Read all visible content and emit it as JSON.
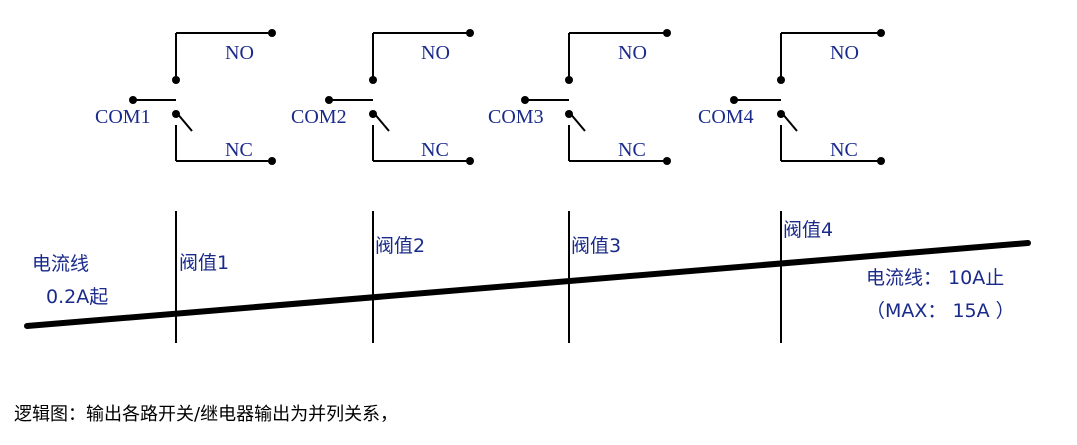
{
  "relays": [
    {
      "com": "COM1",
      "no": "NO",
      "nc": "NC",
      "threshold": "阀值1"
    },
    {
      "com": "COM2",
      "no": "NO",
      "nc": "NC",
      "threshold": "阀值2"
    },
    {
      "com": "COM3",
      "no": "NO",
      "nc": "NC",
      "threshold": "阀值3"
    },
    {
      "com": "COM4",
      "no": "NO",
      "nc": "NC",
      "threshold": "阀值4"
    }
  ],
  "left_label": {
    "line1": "电流线",
    "line2": "0.2A起"
  },
  "right_label": {
    "line1": "电流线：  10A止",
    "line2": "（MAX：  15A ）"
  },
  "caption": "逻辑图：输出各路开关/继电器输出为并列关系，",
  "colors": {
    "text": "#1a2a8a",
    "lines": "#000000"
  }
}
